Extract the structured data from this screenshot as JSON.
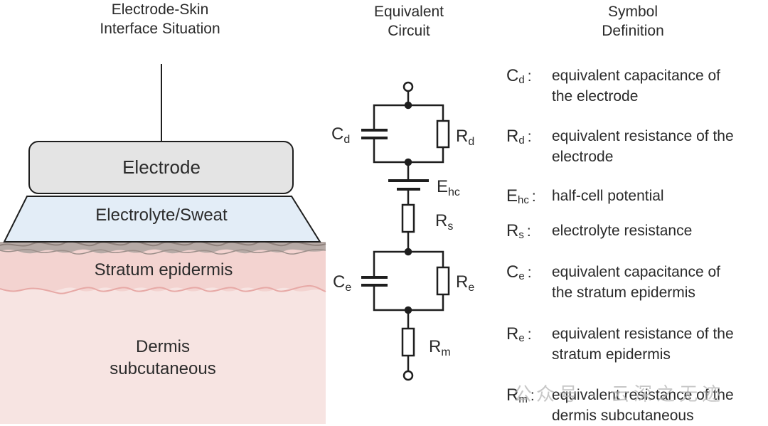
{
  "headers": {
    "left": "Electrode-Skin\nInterface Situation",
    "middle": "Equivalent\nCircuit",
    "right": "Symbol\nDefinition"
  },
  "layers": {
    "electrode": "Electrode",
    "electrolyte": "Electrolyte/Sweat",
    "epidermis": "Stratum epidermis",
    "dermis_line1": "Dermis",
    "dermis_line2": "subcutaneous"
  },
  "circuit_labels": {
    "cd": {
      "base": "C",
      "sub": "d"
    },
    "rd": {
      "base": "R",
      "sub": "d"
    },
    "ehc": {
      "base": "E",
      "sub": "hc"
    },
    "rs": {
      "base": "R",
      "sub": "s"
    },
    "ce": {
      "base": "C",
      "sub": "e"
    },
    "re": {
      "base": "R",
      "sub": "e"
    },
    "rm": {
      "base": "R",
      "sub": "m"
    }
  },
  "symbols": [
    {
      "base": "C",
      "sub": "d",
      "colon": ":",
      "definition": "equivalent capacitance of\nthe electrode"
    },
    {
      "base": "R",
      "sub": "d",
      "colon": ":",
      "definition": "equivalent resistance of the\nelectrode"
    },
    {
      "base": "E",
      "sub": "hc",
      "colon": ":",
      "definition": "half-cell potential"
    },
    {
      "base": "R",
      "sub": "s",
      "colon": ":",
      "definition": "electrolyte resistance"
    },
    {
      "base": "C",
      "sub": "e",
      "colon": ":",
      "definition": "equivalent capacitance of\nthe stratum epidermis"
    },
    {
      "base": "R",
      "sub": "e",
      "colon": ":",
      "definition": "equivalent resistance of the\nstratum epidermis"
    },
    {
      "base": "R",
      "sub": "m",
      "colon": ":",
      "definition": "equivalent resistance of the\ndermis subcutaneous"
    }
  ],
  "watermark": "公众号 · 云深之无迹",
  "colors": {
    "electrode_fill": "#e4e4e4",
    "electrolyte_fill": "#e3edf7",
    "epidermis_fill": "#f3d3d0",
    "dermis_fill": "#f7e4e2",
    "skin_texture": "#a89c98",
    "line": "#1e1e1e"
  }
}
